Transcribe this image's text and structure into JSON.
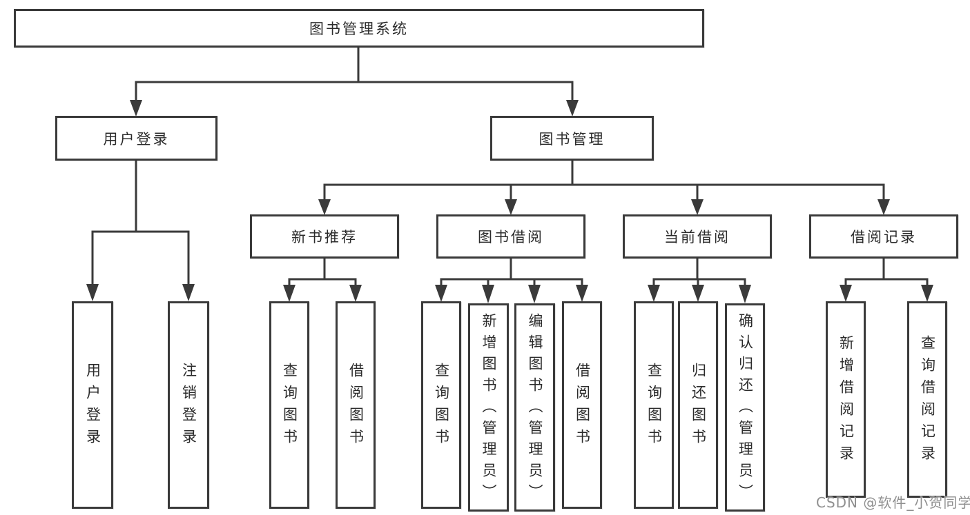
{
  "tree": {
    "label": "图书管理系统",
    "children": [
      {
        "label": "用户登录",
        "children": [
          {
            "label": "用户登录"
          },
          {
            "label": "注销登录"
          }
        ]
      },
      {
        "label": "图书管理",
        "children": [
          {
            "label": "新书推荐",
            "children": [
              {
                "label": "查询图书"
              },
              {
                "label": "借阅图书"
              }
            ]
          },
          {
            "label": "图书借阅",
            "children": [
              {
                "label": "查询图书"
              },
              {
                "label": "新增图书（管理员）"
              },
              {
                "label": "编辑图书（管理员）"
              },
              {
                "label": "借阅图书"
              }
            ]
          },
          {
            "label": "当前借阅",
            "children": [
              {
                "label": "查询图书"
              },
              {
                "label": "归还图书"
              },
              {
                "label": "确认归还（管理员）"
              }
            ]
          },
          {
            "label": "借阅记录",
            "children": [
              {
                "label": "新增借阅记录"
              },
              {
                "label": "查询借阅记录"
              }
            ]
          }
        ]
      }
    ]
  },
  "watermark": {
    "text": "CSDN @软件_小贺同学"
  },
  "colors": {
    "line": "#3a3a3a",
    "text": "#2b2b2b",
    "watermark": "#8f8f8f",
    "background": "#ffffff"
  }
}
